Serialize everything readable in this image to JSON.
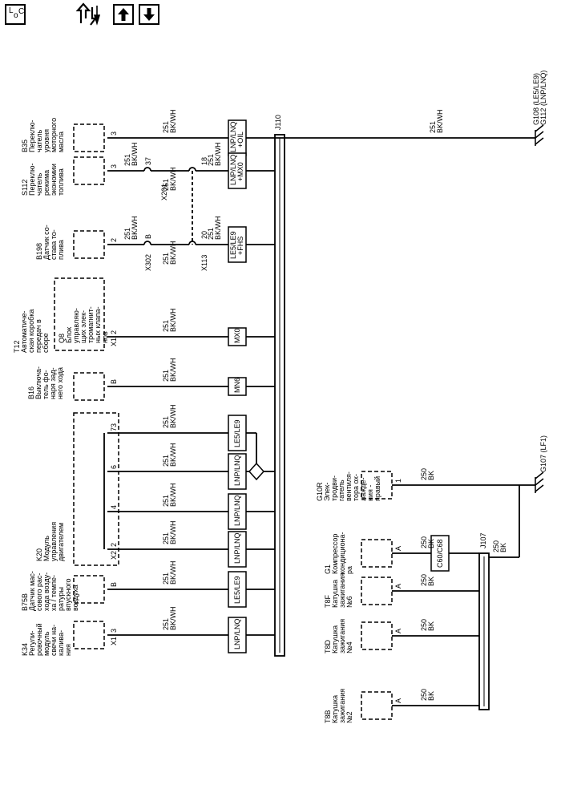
{
  "toolbar": {
    "loc_letters": [
      "L",
      "o",
      "C"
    ],
    "connector_icon": "connector-arrows-icon",
    "up_icon": "arrow-up-icon",
    "down_icon": "arrow-down-icon"
  },
  "components": {
    "b35": {
      "name": "B35",
      "lines": [
        "Переклю-",
        "чатель",
        "уровня",
        "моторного",
        "масла"
      ]
    },
    "s112": {
      "name": "S112",
      "lines": [
        "Переклю-",
        "чатель",
        "режима",
        "экономии",
        "топлива"
      ]
    },
    "b198": {
      "name": "B198",
      "lines": [
        "Датчик со-",
        "става то-",
        "плива"
      ]
    },
    "t12": {
      "name": "T12",
      "lines": [
        "Автоматиче-",
        "ская коробка",
        "передач в",
        "сборе"
      ]
    },
    "q8": {
      "name": "Q8",
      "lines": [
        "Блок",
        "управляю-",
        "щих элек-",
        "тромагнит-",
        "ных клапа-",
        "нов"
      ]
    },
    "b16": {
      "name": "B16",
      "lines": [
        "Выключа-",
        "тель фо-",
        "наря зад-",
        "него хода"
      ]
    },
    "k20": {
      "name": "K20",
      "lines": [
        "Модуль",
        "управления",
        "двигателем"
      ]
    },
    "b75b": {
      "name": "B75B",
      "lines": [
        "Датчик мас-",
        "сового рас-",
        "хода возду-",
        "ха / темпе-",
        "ратуры",
        "впускного",
        "воздуха"
      ]
    },
    "k34": {
      "name": "K34",
      "lines": [
        "Регули-",
        "ровочный",
        "модуль",
        "свечи на-",
        "калива-",
        "ния"
      ]
    },
    "g10r": {
      "name": "G10R",
      "lines": [
        "Элек-",
        "тродви-",
        "гатель",
        "вентиля-",
        "тора ох-",
        "лажде-",
        "ния -",
        "правый"
      ]
    },
    "g1": {
      "name": "G1",
      "lines": [
        "Компрессор",
        "кондициона-",
        "ра"
      ]
    },
    "t8f": {
      "name": "T8F",
      "lines": [
        "Катушка",
        "зажигания",
        "№6"
      ]
    },
    "t8d": {
      "name": "T8D",
      "lines": [
        "Катушка",
        "зажигания",
        "№4"
      ]
    },
    "t8b": {
      "name": "T8B",
      "lines": [
        "Катушка",
        "зажигания",
        "№2"
      ]
    }
  },
  "pins": {
    "b35": "3",
    "s112": "3",
    "b198": "2",
    "t12_conn": "X1",
    "t12_pin": "2",
    "b16": "B",
    "k20_73": "73",
    "k20_6": "6",
    "k20_4": "4",
    "k20_2": "2",
    "k20_conn": "X2",
    "b75b": "B",
    "k34_conn": "X1",
    "k34_pin": "3",
    "g10r": "1",
    "g1": "A",
    "t8f": "A",
    "t8d": "A",
    "t8b": "A"
  },
  "inline": {
    "x201": "X201",
    "x201_pin": "37",
    "x302": "X302",
    "x302_pin": "B",
    "x113": "X113",
    "x113_pin": "20",
    "s112_far_pin": "18"
  },
  "wires": {
    "circuit_251": "251",
    "color_bkwh": "BK/WH",
    "circuit_250": "250",
    "color_bk": "BK"
  },
  "options": {
    "b35": [
      "LNP/LNQ",
      "+OIL"
    ],
    "s112": [
      "LNP/LNQ",
      "+MX0"
    ],
    "b198": [
      "LE5/LE9",
      "+FHS"
    ],
    "t12": "MX0",
    "b16": "MN6",
    "k20_73": "LE5/LE9",
    "k20_6": "LNP/LNQ",
    "k20_4": "LNP/LNQ",
    "k20_2": "LNP/LNQ",
    "b75b": "LE5/LE9",
    "k34": "LNP/LNQ",
    "g1": "C60/C68"
  },
  "splices": {
    "j110": "J110",
    "j107": "J107"
  },
  "grounds": {
    "g108": "G108 (LE5/LE9)",
    "g112": "G112 (LNP/LNQ)",
    "g107": "G107 (LF1)"
  },
  "colors": {
    "line": "#000000",
    "background": "#ffffff"
  }
}
